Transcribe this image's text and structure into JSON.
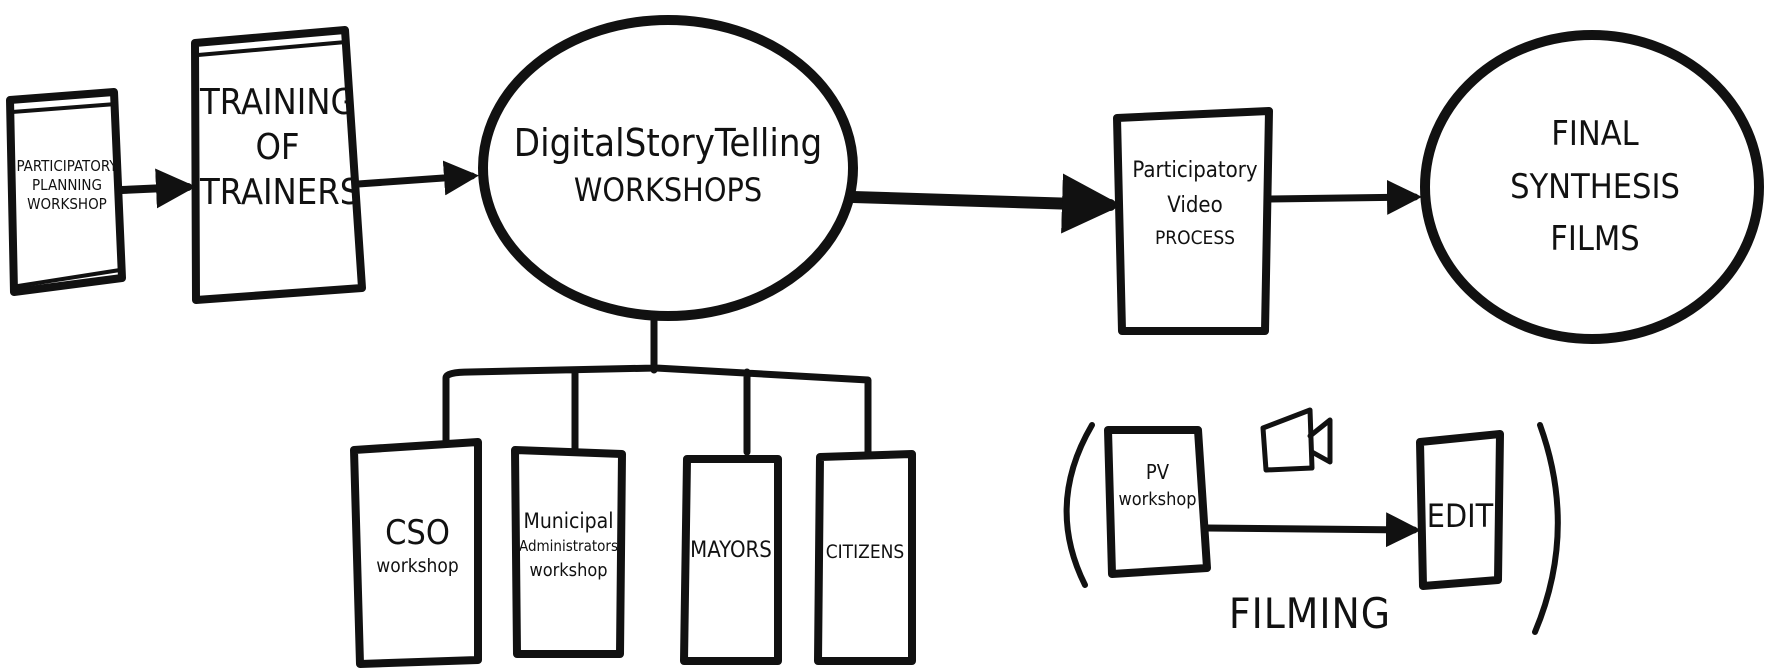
{
  "nodes": {
    "planning": {
      "lines": [
        "PARTICIPATORY",
        "PLANNING",
        "WORKSHOP"
      ]
    },
    "trainers": {
      "lines": [
        "TRAINING",
        "OF",
        "TRAINERS"
      ]
    },
    "dst": {
      "lines": [
        "DigitalStoryTelling",
        "WORKSHOPS"
      ]
    },
    "pvprocess": {
      "lines": [
        "Participatory",
        "Video",
        "PROCESS"
      ]
    },
    "final": {
      "lines": [
        "FINAL",
        "SYNTHESIS",
        "FILMS"
      ]
    },
    "cso": {
      "lines": [
        "CSO",
        "workshop"
      ]
    },
    "municipal": {
      "lines": [
        "Municipal",
        "Administrators",
        "workshop"
      ]
    },
    "mayors": {
      "lines": [
        "MAYORS"
      ]
    },
    "citizens": {
      "lines": [
        "CITIZENS"
      ]
    },
    "pvworkshop": {
      "lines": [
        "PV",
        "workshop"
      ]
    },
    "edit": {
      "lines": [
        "EDIT"
      ]
    }
  },
  "filming_label": "FILMING",
  "icons": {
    "camera": "video-camera-icon"
  },
  "colors": {
    "ink": "#111111",
    "background": "#ffffff"
  }
}
